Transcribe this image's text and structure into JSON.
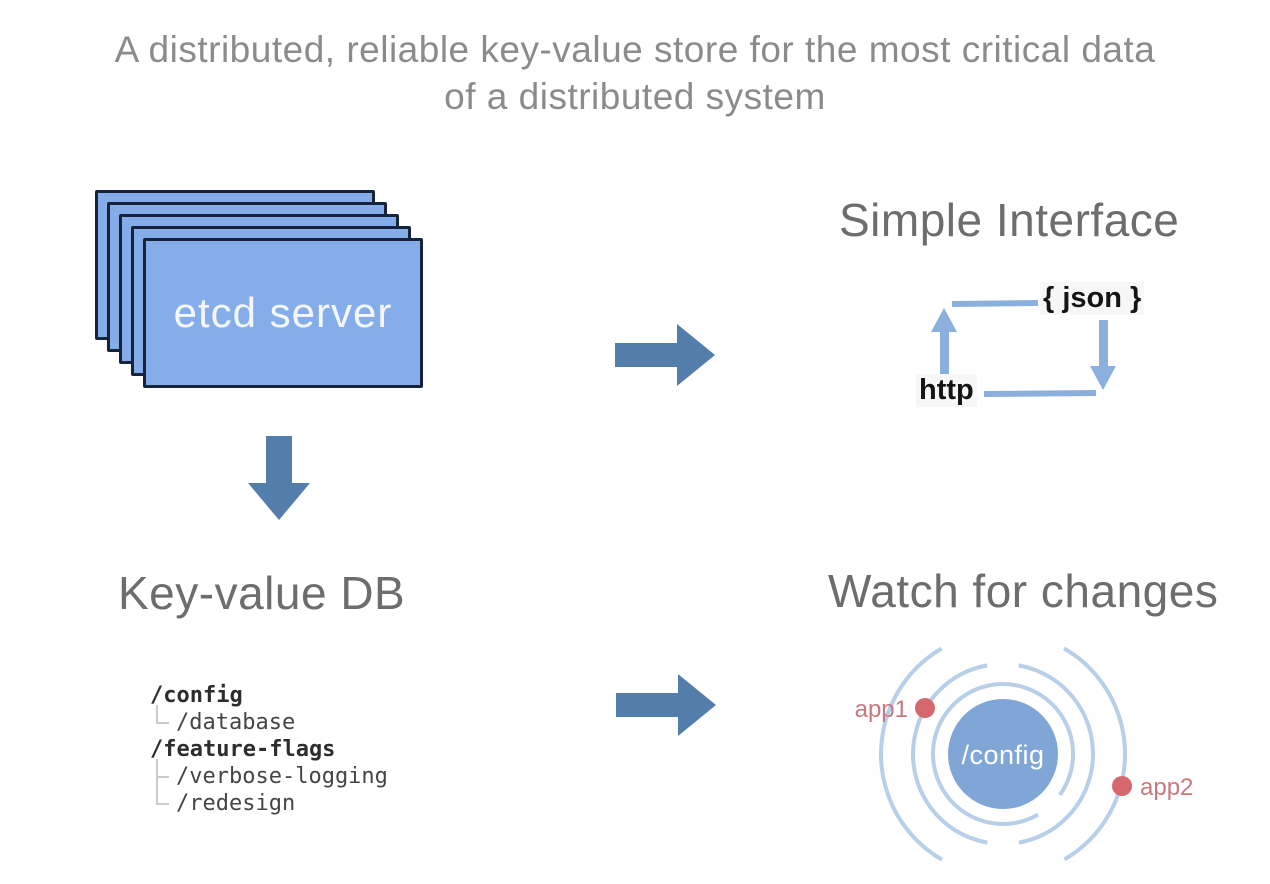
{
  "title": {
    "line1": "A distributed, reliable key-value store for the most critical data",
    "line2": "of a distributed system"
  },
  "etcd_stack": {
    "label": "etcd server",
    "box_count": 5
  },
  "sections": {
    "simple_interface": {
      "heading": "Simple Interface",
      "labels": {
        "json": "{ json }",
        "http": "http"
      }
    },
    "key_value_db": {
      "heading": "Key-value DB",
      "tree": [
        {
          "text": "/config",
          "bold": true,
          "depth": 0
        },
        {
          "text": "/database",
          "bold": false,
          "depth": 1
        },
        {
          "text": "/feature-flags",
          "bold": true,
          "depth": 0
        },
        {
          "text": "/verbose-logging",
          "bold": false,
          "depth": 1
        },
        {
          "text": "/redesign",
          "bold": false,
          "depth": 1
        }
      ]
    },
    "watch_for_changes": {
      "heading": "Watch for changes",
      "center_label": "/config",
      "watchers": [
        {
          "label": "app1"
        },
        {
          "label": "app2"
        }
      ]
    }
  },
  "colors": {
    "box_fill": "#85ade9",
    "box_border": "#16233b",
    "block_arrow": "#537eac",
    "thin_arrow": "#8cb0dd",
    "watch_circle": "#7fa6d6",
    "ring": "#b7cfe9",
    "watcher_dot": "#d5686c",
    "watcher_label": "#c9797d",
    "title_text": "#8b8b8b",
    "heading_text": "#6d6d6d"
  }
}
